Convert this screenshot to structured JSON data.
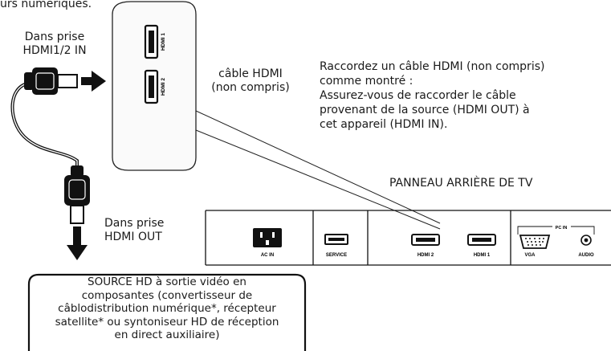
{
  "top_fragment": "urs numériques.",
  "plug_in_label": [
    "Dans prise",
    "HDMI1/2 IN"
  ],
  "plug_out_label": [
    "Dans prise",
    "HDMI OUT"
  ],
  "callout_ports": {
    "port1": "HDMI 1",
    "port2": "HDMI 2"
  },
  "cable_label": [
    "câble HDMI",
    "(non compris)"
  ],
  "instructions": [
    "Raccordez un câble HDMI (non compris)",
    "comme montré :",
    "Assurez-vous de raccorder le câble",
    "provenant de la source (HDMI OUT) à",
    "cet appareil (HDMI IN)."
  ],
  "panel_title": "PANNEAU ARRIÈRE DE TV",
  "panel_labels": {
    "acin": "AC IN",
    "service": "SERVICE",
    "hdmi2": "HDMI 2",
    "hdmi1": "HDMI 1",
    "pcin": "PC IN",
    "vga": "VGA",
    "audio": "AUDIO"
  },
  "source_box": [
    "SOURCE HD à sortie vidéo en",
    "composantes (convertisseur de",
    "câblodistribution numérique*, récepteur",
    "satellite* ou syntoniseur HD de réception",
    "en direct auxiliaire)"
  ]
}
